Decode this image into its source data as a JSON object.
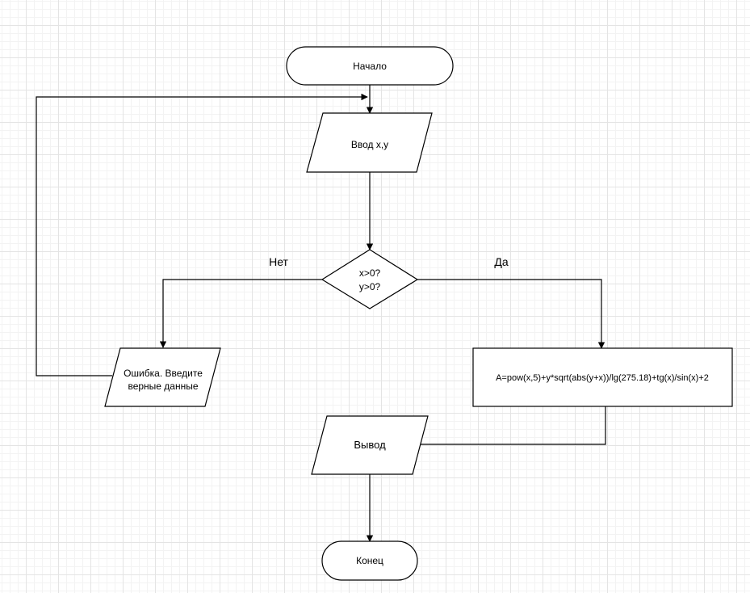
{
  "diagram": {
    "start_label": "Начало",
    "input_label": "Ввод x,y",
    "condition_line1": "x>0?",
    "condition_line2": "y>0?",
    "no_label": "Нет",
    "yes_label": "Да",
    "error_line1": "Ошибка. Введите",
    "error_line2": "верные данные",
    "formula_label": "A=pow(x,5)+y*sqrt(abs(y+x))/lg(275.18)+tg(x)/sin(x)+2",
    "output_label": "Вывод",
    "end_label": "Конец"
  }
}
